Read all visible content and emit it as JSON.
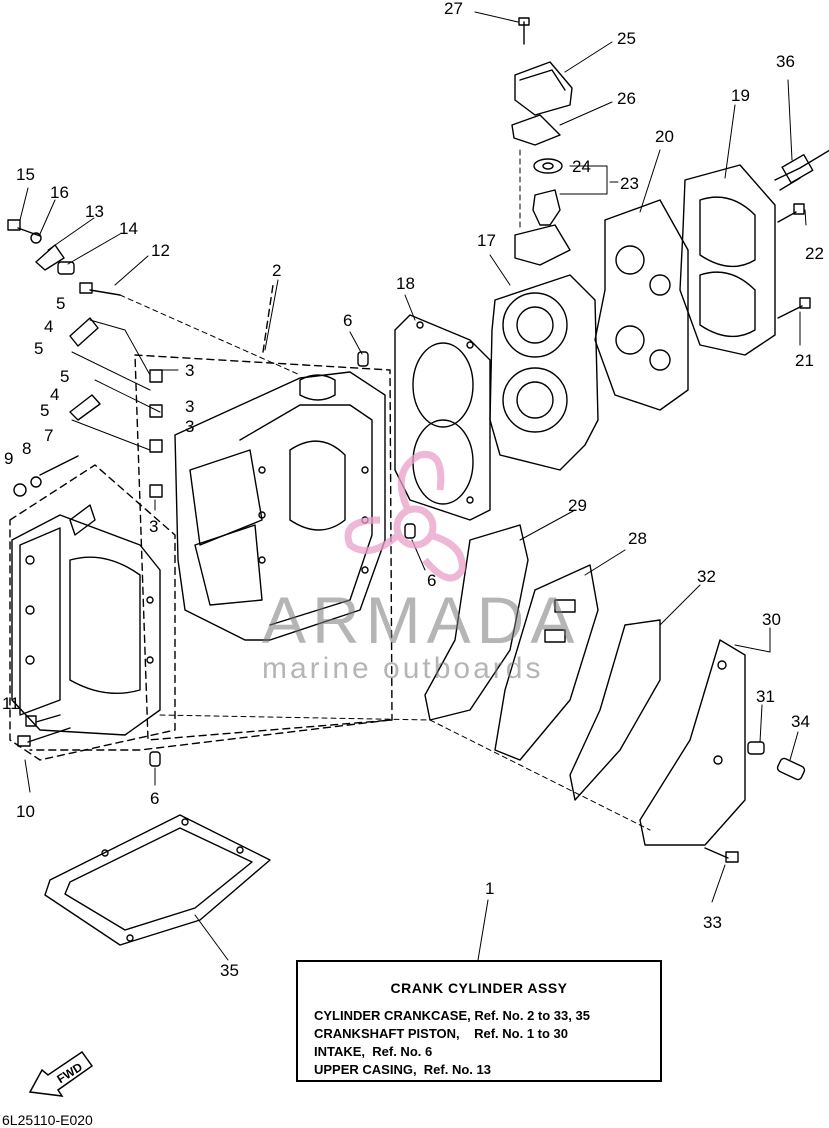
{
  "callouts": {
    "c1": "1",
    "c2": "2",
    "c3a": "3",
    "c3b": "3",
    "c3c": "3",
    "c3d": "3",
    "c4a": "4",
    "c4b": "4",
    "c5a": "5",
    "c5b": "5",
    "c5c": "5",
    "c5d": "5",
    "c6a": "6",
    "c6b": "6",
    "c6c": "6",
    "c7": "7",
    "c8": "8",
    "c9": "9",
    "c10": "10",
    "c11": "11",
    "c12": "12",
    "c13": "13",
    "c14": "14",
    "c15": "15",
    "c16": "16",
    "c17": "17",
    "c18": "18",
    "c19": "19",
    "c20": "20",
    "c21": "21",
    "c22": "22",
    "c23": "23",
    "c24": "24",
    "c25": "25",
    "c26": "26",
    "c27": "27",
    "c28": "28",
    "c29": "29",
    "c30": "30",
    "c31": "31",
    "c32": "32",
    "c33": "33",
    "c34": "34",
    "c35": "35",
    "c36": "36"
  },
  "info_box": {
    "title": "CRANK CYLINDER ASSY",
    "lines": [
      "CYLINDER CRANKCASE, Ref. No. 2 to 33, 35",
      "CRANKSHAFT PISTON,    Ref. No. 1 to 30",
      "INTAKE,  Ref. No. 6",
      "UPPER CASING,  Ref. No. 13"
    ]
  },
  "fwd_label": "FWD",
  "doc_id": "6L25110-E020",
  "watermark": {
    "title": "ARMADA",
    "subtitle": "marine outboards",
    "color": "#e8a0c8"
  }
}
